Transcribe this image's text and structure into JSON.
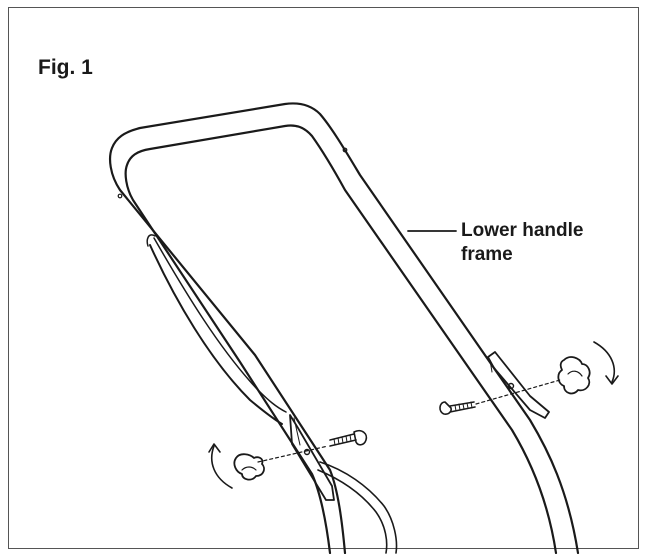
{
  "figure": {
    "title": "Fig. 1",
    "callout": {
      "line1": "Lower handle",
      "line2": "frame"
    }
  },
  "colors": {
    "line": "#1a1a1a",
    "border": "#555555",
    "background": "#ffffff"
  }
}
